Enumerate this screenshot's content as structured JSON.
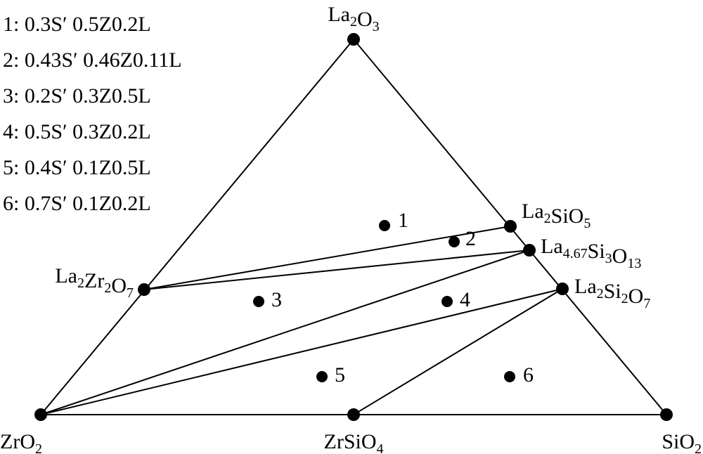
{
  "diagram": {
    "legend": [
      "1: 0.3S′ 0.5Z0.2L",
      "2: 0.43S′ 0.46Z0.11L",
      "3: 0.2S′ 0.3Z0.5L",
      "4: 0.5S′ 0.3Z0.2L",
      "5: 0.4S′ 0.1Z0.5L",
      "6: 0.7S′ 0.1Z0.2L"
    ],
    "vertex_labels": [
      {
        "id": "la2o3",
        "parts": [
          {
            "t": "La"
          },
          {
            "t": "2",
            "sub": true
          },
          {
            "t": "O"
          },
          {
            "t": "3",
            "sub": true
          }
        ]
      },
      {
        "id": "zro2",
        "parts": [
          {
            "t": "ZrO"
          },
          {
            "t": "2",
            "sub": true
          }
        ]
      },
      {
        "id": "sio2",
        "parts": [
          {
            "t": "SiO"
          },
          {
            "t": "2",
            "sub": true
          }
        ]
      },
      {
        "id": "zrsio4",
        "parts": [
          {
            "t": "ZrSiO"
          },
          {
            "t": "4",
            "sub": true
          }
        ]
      },
      {
        "id": "la2zr2o7",
        "parts": [
          {
            "t": "La"
          },
          {
            "t": "2",
            "sub": true
          },
          {
            "t": "Zr"
          },
          {
            "t": "2",
            "sub": true
          },
          {
            "t": "O"
          },
          {
            "t": "7",
            "sub": true
          }
        ]
      },
      {
        "id": "la2sio5",
        "parts": [
          {
            "t": "La"
          },
          {
            "t": "2",
            "sub": true
          },
          {
            "t": "SiO"
          },
          {
            "t": "5",
            "sub": true
          }
        ]
      },
      {
        "id": "la467si3o13",
        "parts": [
          {
            "t": "La"
          },
          {
            "t": "4.67",
            "sub": true
          },
          {
            "t": "Si"
          },
          {
            "t": "3",
            "sub": true
          },
          {
            "t": "O"
          },
          {
            "t": "13",
            "sub": true
          }
        ]
      },
      {
        "id": "la2si2o7",
        "parts": [
          {
            "t": "La"
          },
          {
            "t": "2",
            "sub": true
          },
          {
            "t": "Si"
          },
          {
            "t": "2",
            "sub": true
          },
          {
            "t": "O"
          },
          {
            "t": "7",
            "sub": true
          }
        ]
      }
    ],
    "composition_points": [
      {
        "id": "p1",
        "label": "1"
      },
      {
        "id": "p2",
        "label": "2"
      },
      {
        "id": "p3",
        "label": "3"
      },
      {
        "id": "p4",
        "label": "4"
      },
      {
        "id": "p5",
        "label": "5"
      },
      {
        "id": "p6",
        "label": "6"
      }
    ]
  }
}
